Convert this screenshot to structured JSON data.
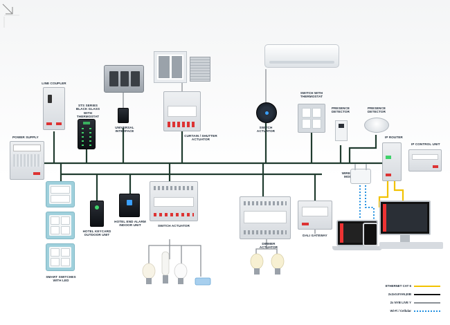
{
  "labels": {
    "line_coupler": "LINE COUPLER",
    "power_supply": "POWER SUPPLY",
    "sts_touch": "STS SERIES BLACK GLASS WITH THERMOSTAT",
    "universal_interface": "UNIVERSAL INTERFACE",
    "curtain_shutter": "CURTAIN / SHUTTER ACTUATOR",
    "switch_actuator_top": "SWITCH ACTUATOR",
    "switch_thermostat": "SWITCH WITH THERMOSTAT",
    "presence_left": "PRESENCE DETECTOR",
    "presence_right": "PRESENCE DETECTOR",
    "ip_router": "IP ROUTER",
    "ip_control": "IP CONTROL UNIT",
    "wireless_modem": "WIRELESS MODEM",
    "smart_switches": "SMART SWITCHES WITH LED",
    "hotel_keycard": "HOTEL KEYCARD OUTDOOR UNIT",
    "hotel_indoor": "HOTEL END ALARM INDOOR UNIT",
    "switch_actuator_bottom": "SWITCH ACTUATOR",
    "dimmer_actuator": "DIMMER ACTUATOR",
    "dali_gateway": "DALI GATEWAY"
  },
  "legend": [
    {
      "label": "ETHERNET CAT 6",
      "color": "#f2c200",
      "style": "solid"
    },
    {
      "label": "2x2x0.8YAN,EIB",
      "color": "#111111",
      "style": "solid"
    },
    {
      "label": "2x NYB LIVE Y",
      "color": "#8a8f95",
      "style": "solid"
    },
    {
      "label": "Wi-Fi / Cellular",
      "color": "#1f8fe0",
      "style": "dotted"
    }
  ],
  "colors": {
    "bus": "#1f3b2e",
    "accent_frame": "#9fd0dc",
    "ethernet": "#f2c200",
    "wifi": "#1f8fe0"
  }
}
